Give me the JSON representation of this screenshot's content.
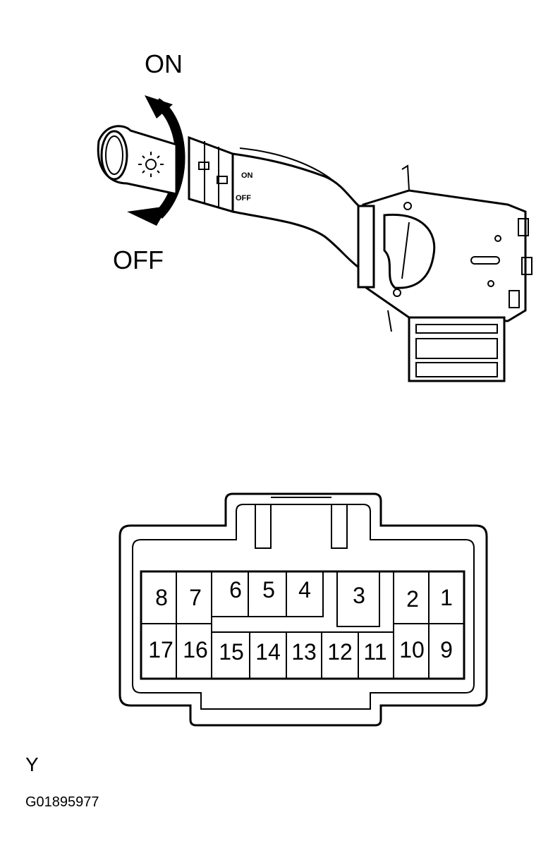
{
  "lever_labels": {
    "on": "ON",
    "off": "OFF"
  },
  "lever_small_labels": {
    "on": "ON",
    "off": "OFF"
  },
  "connector": {
    "code": "Y",
    "top_row": [
      "8",
      "7",
      "6",
      "5",
      "4",
      "3",
      "2",
      "1"
    ],
    "bottom_row": [
      "17",
      "16",
      "15",
      "14",
      "13",
      "12",
      "11",
      "10",
      "9"
    ]
  },
  "figure_id": "G01895977",
  "icons": [
    "headlight-icon",
    "rotation-arrow-icon"
  ]
}
